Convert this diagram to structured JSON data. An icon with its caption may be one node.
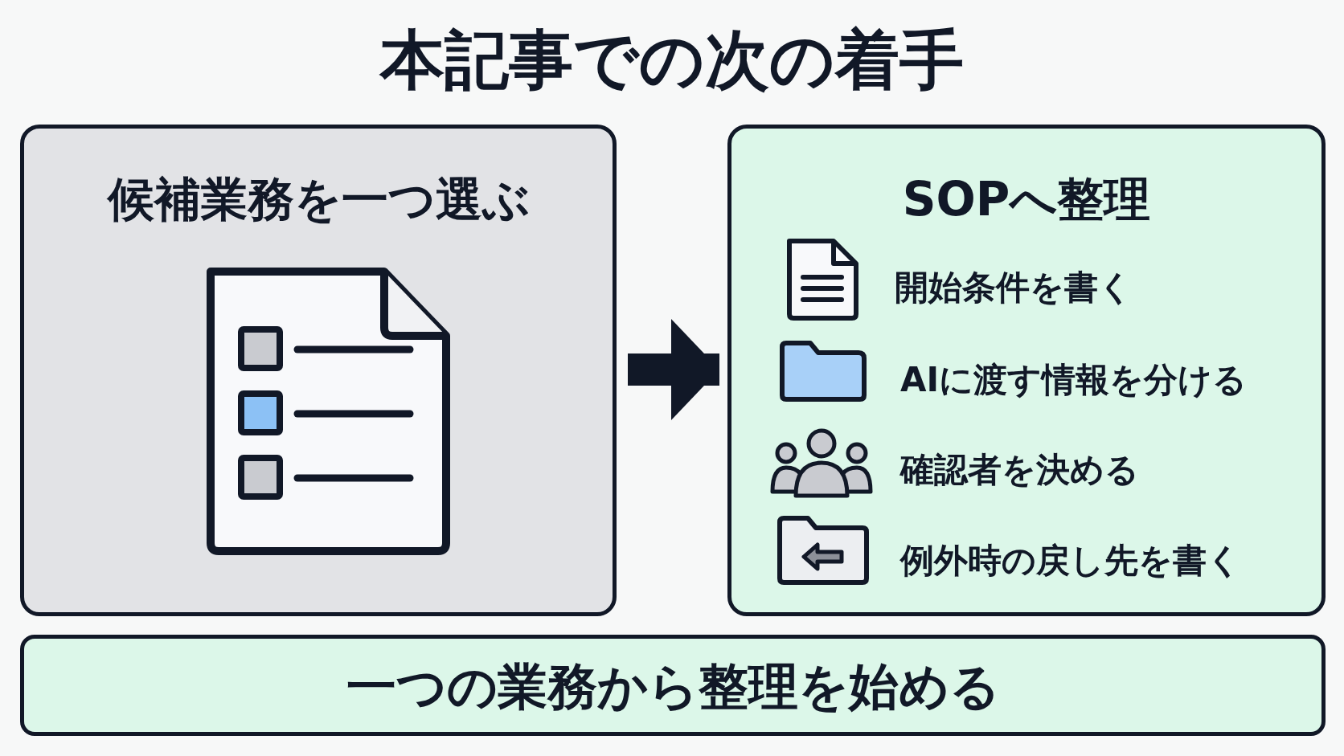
{
  "diagram": {
    "title": "本記事での次の着手",
    "nodes": [
      {
        "text": [
          "候補業務を一つ選ぶ"
        ]
      },
      {
        "text": [
          "SOPへ整理",
          "開始条件を書く",
          "AIに渡す情報を分ける",
          "確認者を決める",
          "例外時の戻し先を書く"
        ]
      },
      {
        "text": [
          "一つの業務から整理を始める"
        ]
      }
    ],
    "edges": [
      {
        "from": 0,
        "to": 1,
        "arrow": "to"
      }
    ]
  }
}
